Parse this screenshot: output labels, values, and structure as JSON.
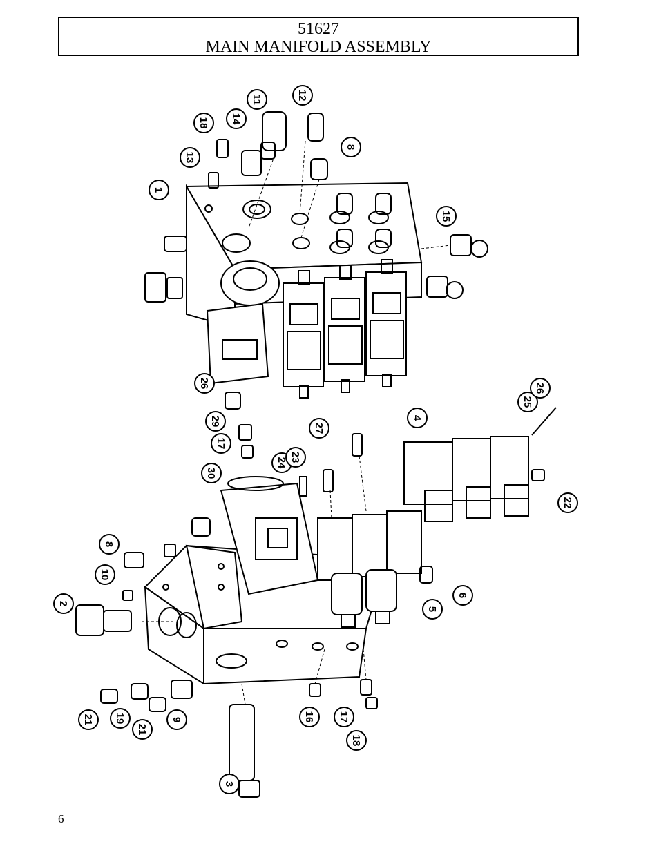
{
  "header": {
    "part_number": "51627",
    "title": "MAIN MANIFOLD ASSEMBLY"
  },
  "callouts": {
    "upper": [
      "1",
      "13",
      "18",
      "14",
      "11",
      "12",
      "8",
      "15",
      "26"
    ],
    "lower": [
      "29",
      "17",
      "30",
      "24",
      "23",
      "27",
      "4",
      "25",
      "26",
      "22",
      "8",
      "10",
      "2",
      "21",
      "19",
      "21",
      "9",
      "3",
      "16",
      "17",
      "18",
      "5",
      "6"
    ]
  },
  "footer": {
    "page_number": "6"
  }
}
